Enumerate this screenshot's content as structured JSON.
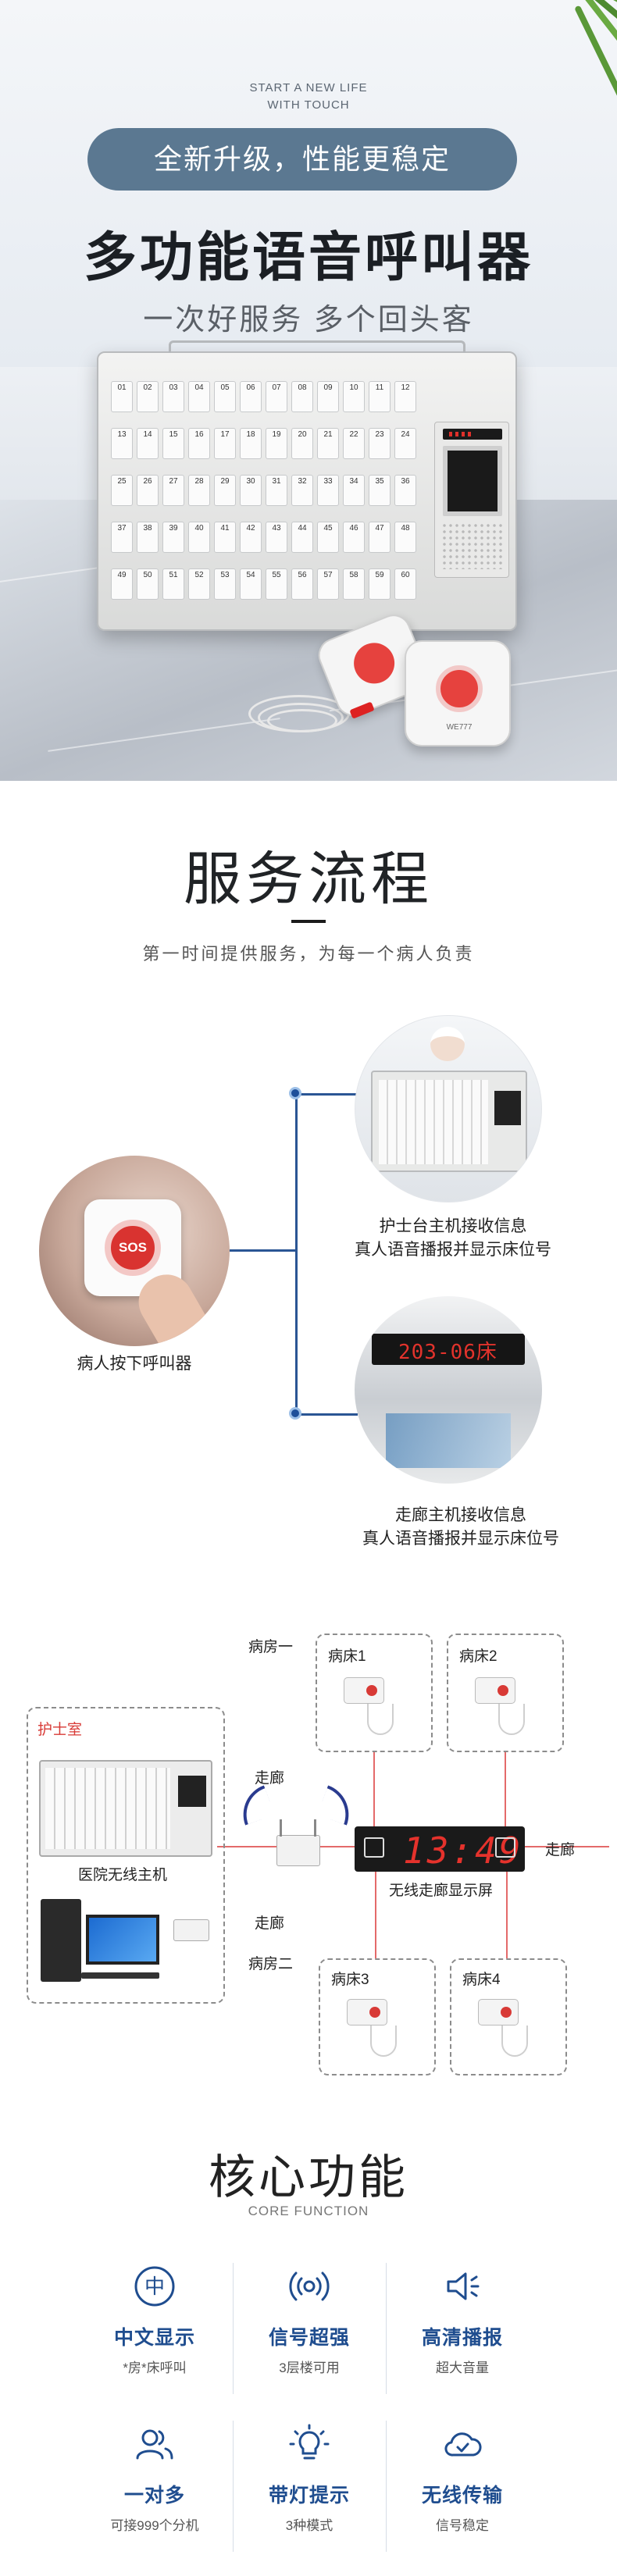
{
  "hero": {
    "sub_line1": "START A NEW LIFE",
    "sub_line2": "WITH TOUCH",
    "badge": "全新升级，性能更稳定",
    "title": "多功能语音呼叫器",
    "slogan": "一次好服务  多个回头客",
    "button_label": "WE777",
    "slot_numbers": [
      [
        "01",
        "02",
        "03",
        "04",
        "05",
        "06",
        "07",
        "08",
        "09",
        "10",
        "11",
        "12"
      ],
      [
        "13",
        "14",
        "15",
        "16",
        "17",
        "18",
        "19",
        "20",
        "21",
        "22",
        "23",
        "24"
      ],
      [
        "25",
        "26",
        "27",
        "28",
        "29",
        "30",
        "31",
        "32",
        "33",
        "34",
        "35",
        "36"
      ],
      [
        "37",
        "38",
        "39",
        "40",
        "41",
        "42",
        "43",
        "44",
        "45",
        "46",
        "47",
        "48"
      ],
      [
        "49",
        "50",
        "51",
        "52",
        "53",
        "54",
        "55",
        "56",
        "57",
        "58",
        "59",
        "60"
      ]
    ]
  },
  "service": {
    "title": "服务流程",
    "subtitle": "第一时间提供服务，为每一个病人负责",
    "patient_caption": "病人按下呼叫器",
    "patient_button_text": "SOS",
    "nurse_caption_line1": "护士台主机接收信息",
    "nurse_caption_line2": "真人语音播报并显示床位号",
    "corridor_caption_line1": "走廊主机接收信息",
    "corridor_caption_line2": "真人语音播报并显示床位号",
    "corridor_display_text": "203-06床"
  },
  "diagram": {
    "ward1": "病房一",
    "ward2": "病房二",
    "bed1": "病床1",
    "bed2": "病床2",
    "bed3": "病床3",
    "bed4": "病床4",
    "nurse_station": "护士室",
    "host_label": "医院无线主机",
    "corridor_top": "走廊",
    "corridor_bottom": "走廊",
    "corridor_right": "走廊",
    "screen_time": "13:49",
    "screen_label": "无线走廊显示屏"
  },
  "core": {
    "title": "核心功能",
    "title_en": "CORE FUNCTION",
    "features": [
      {
        "icon": "zhong-character-icon",
        "name": "中文显示",
        "desc": "*房*床呼叫"
      },
      {
        "icon": "signal-icon",
        "name": "信号超强",
        "desc": "3层楼可用"
      },
      {
        "icon": "speaker-icon",
        "name": "高清播报",
        "desc": "超大音量"
      },
      {
        "icon": "users-icon",
        "name": "一对多",
        "desc": "可接999个分机"
      },
      {
        "icon": "lightbulb-icon",
        "name": "带灯提示",
        "desc": "3种模式"
      },
      {
        "icon": "cloud-icon",
        "name": "无线传输",
        "desc": "信号稳定"
      }
    ]
  },
  "colors": {
    "accent_blue": "#1f4d8f",
    "badge_bg": "#5b7891",
    "call_red": "#e6423e",
    "wire_red": "#e46a6a"
  }
}
